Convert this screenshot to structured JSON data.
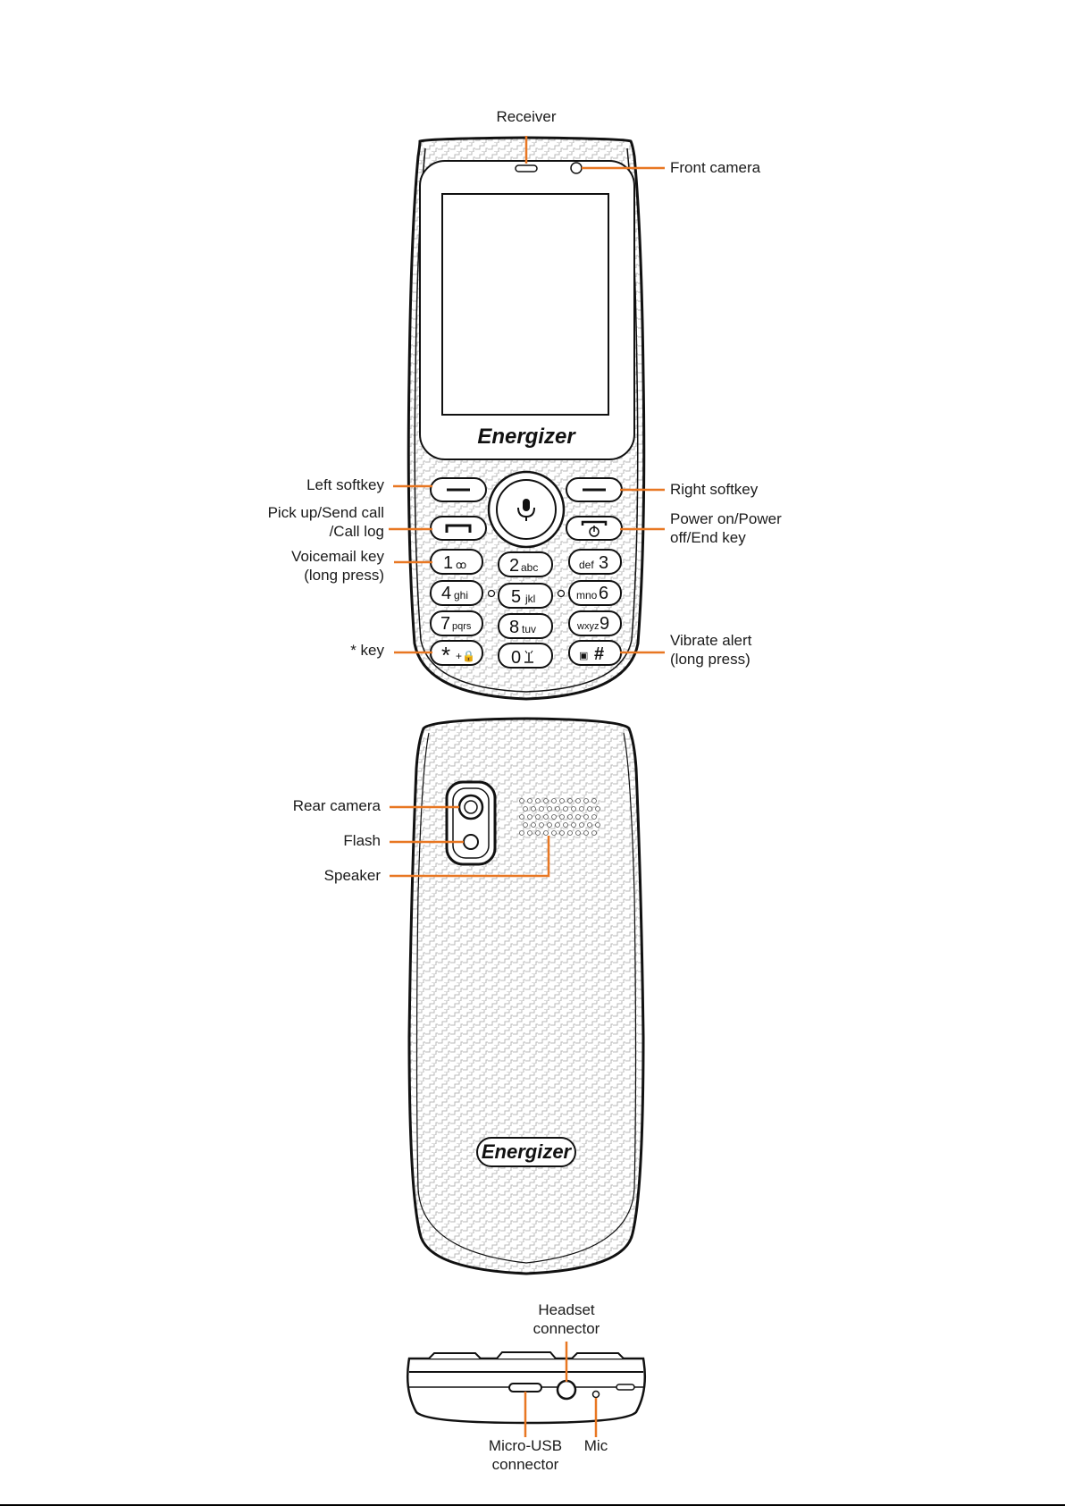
{
  "accent_color": "#e87722",
  "brand": "Energizer",
  "front": {
    "receiver": "Receiver",
    "front_camera": "Front camera",
    "left_softkey": "Left softkey",
    "pickup_line1": "Pick up/Send call",
    "pickup_line2": "/Call log",
    "voicemail_line1": "Voicemail key",
    "voicemail_line2": "(long press)",
    "star_key": "* key",
    "right_softkey": "Right softkey",
    "power_line1": "Power on/Power",
    "power_line2": "off/End key",
    "vibrate_line1": "Vibrate alert",
    "vibrate_line2": "(long press)"
  },
  "keypad": {
    "k1": [
      "1",
      "ꝏ"
    ],
    "k2": [
      "2",
      "abc"
    ],
    "k3": [
      "3",
      "def"
    ],
    "k4": [
      "4",
      "ghi"
    ],
    "k5": [
      "5",
      "jkl"
    ],
    "k6": [
      "6",
      "mno"
    ],
    "k7": [
      "7",
      "pqrs"
    ],
    "k8": [
      "8",
      "tuv"
    ],
    "k9": [
      "9",
      "wxyz"
    ],
    "kstar": [
      "*",
      "+🔒"
    ],
    "k0": [
      "0",
      ""
    ],
    "khash": [
      "#",
      "▣"
    ]
  },
  "back": {
    "rear_camera": "Rear camera",
    "flash": "Flash",
    "speaker": "Speaker"
  },
  "bottom": {
    "headset_line1": "Headset",
    "headset_line2": "connector",
    "usb_line1": "Micro-USB",
    "usb_line2": "connector",
    "mic": "Mic"
  }
}
